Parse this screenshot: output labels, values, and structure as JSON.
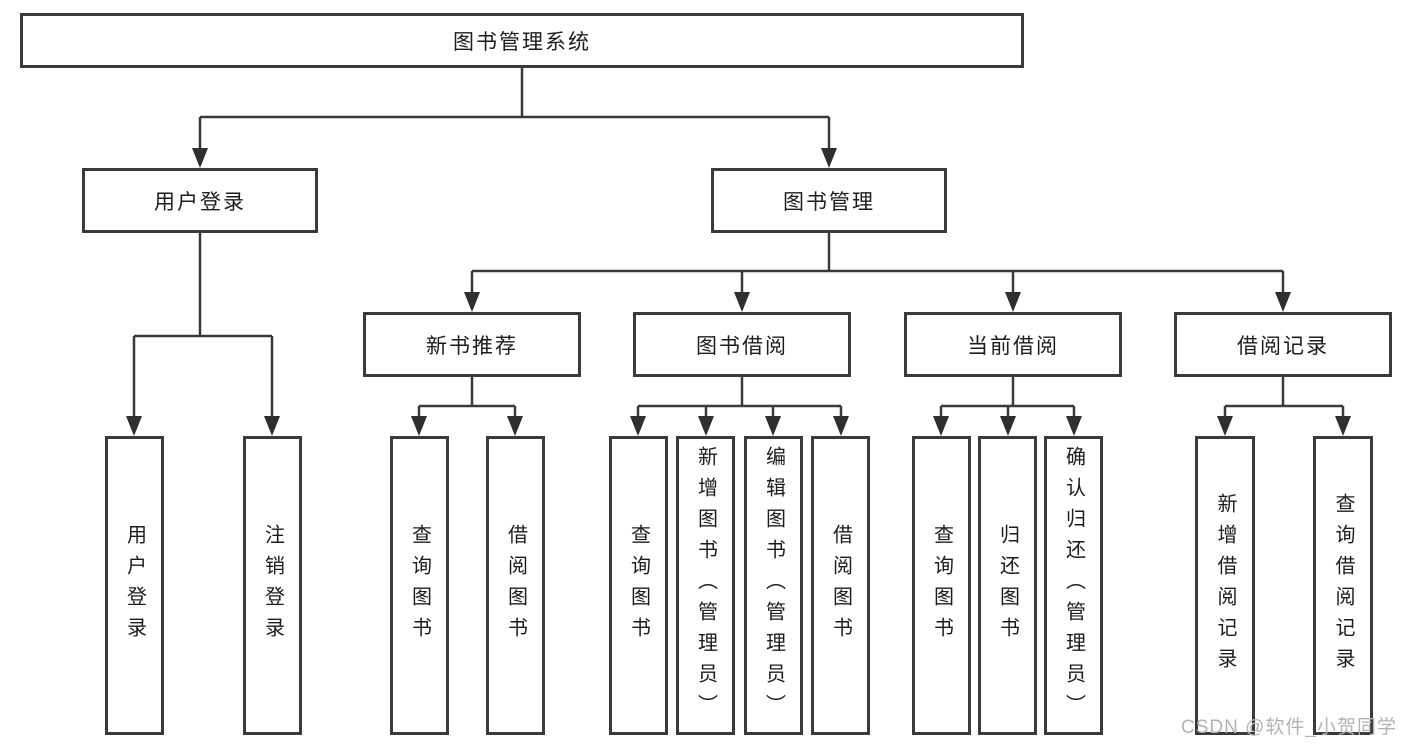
{
  "diagram": {
    "root": {
      "label": "图书管理系统",
      "children": [
        {
          "label": "用户登录",
          "children": [
            {
              "label": "用户登录"
            },
            {
              "label": "注销登录"
            }
          ]
        },
        {
          "label": "图书管理",
          "children": [
            {
              "label": "新书推荐",
              "children": [
                {
                  "label": "查询图书"
                },
                {
                  "label": "借阅图书"
                }
              ]
            },
            {
              "label": "图书借阅",
              "children": [
                {
                  "label": "查询图书"
                },
                {
                  "label": "新增图书（管理员）"
                },
                {
                  "label": "编辑图书（管理员）"
                },
                {
                  "label": "借阅图书"
                }
              ]
            },
            {
              "label": "当前借阅",
              "children": [
                {
                  "label": "查询图书"
                },
                {
                  "label": "归还图书"
                },
                {
                  "label": "确认归还（管理员）"
                }
              ]
            },
            {
              "label": "借阅记录",
              "children": [
                {
                  "label": "新增借阅记录"
                },
                {
                  "label": "查询借阅记录"
                }
              ]
            }
          ]
        }
      ]
    },
    "watermark": "CSDN @软件_小贺同学"
  },
  "colors": {
    "line": "#3a3a3a",
    "text": "#1c1c1c",
    "box_background": "#ffffff",
    "watermark": "#b3b3b3"
  }
}
